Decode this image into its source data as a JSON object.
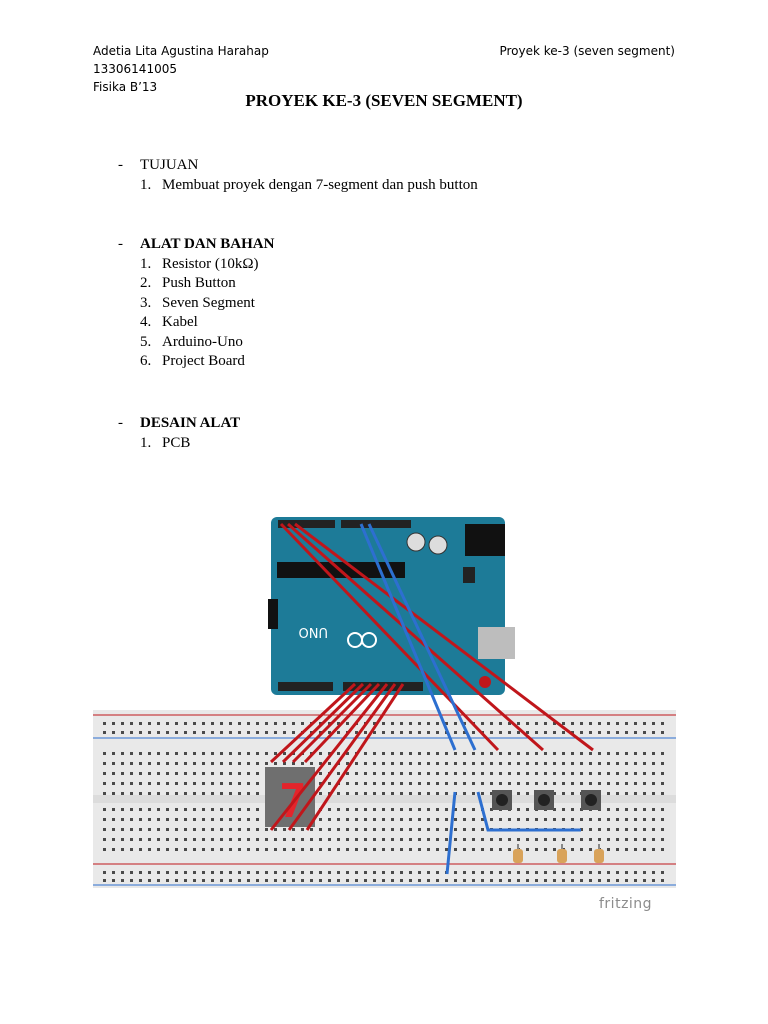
{
  "header": {
    "author": "Adetia Lita Agustina Harahap",
    "nim": "13306141005",
    "class": "Fisika B’13",
    "project": "Proyek ke-3 (seven segment)"
  },
  "title": "PROYEK KE-3 (SEVEN SEGMENT)",
  "sections": {
    "tujuan": {
      "bullet": "-",
      "heading": "TUJUAN",
      "items": [
        {
          "num": "1.",
          "text": "Membuat proyek dengan 7-segment dan push button"
        }
      ]
    },
    "alat": {
      "bullet": "-",
      "heading": "ALAT DAN BAHAN",
      "items": [
        {
          "num": "1.",
          "text": "Resistor (10kΩ)"
        },
        {
          "num": "2.",
          "text": "Push Button"
        },
        {
          "num": "3.",
          "text": "Seven Segment"
        },
        {
          "num": "4.",
          "text": "Kabel"
        },
        {
          "num": "5.",
          "text": "Arduino-Uno"
        },
        {
          "num": "6.",
          "text": "Project Board"
        }
      ]
    },
    "desain": {
      "bullet": "-",
      "heading": "DESAIN ALAT",
      "items": [
        {
          "num": "1.",
          "text": "PCB"
        }
      ]
    }
  },
  "figure": {
    "board_logo": "UNO",
    "segment_digit": "7",
    "watermark": "fritzing",
    "colors": {
      "arduino": "#1d7b98",
      "breadboard": "#e9e9e9",
      "wire_red": "#c0161b",
      "wire_blue": "#2d6fd0",
      "segment_red": "#e4242b",
      "segment_body": "#6f6f6f"
    }
  }
}
